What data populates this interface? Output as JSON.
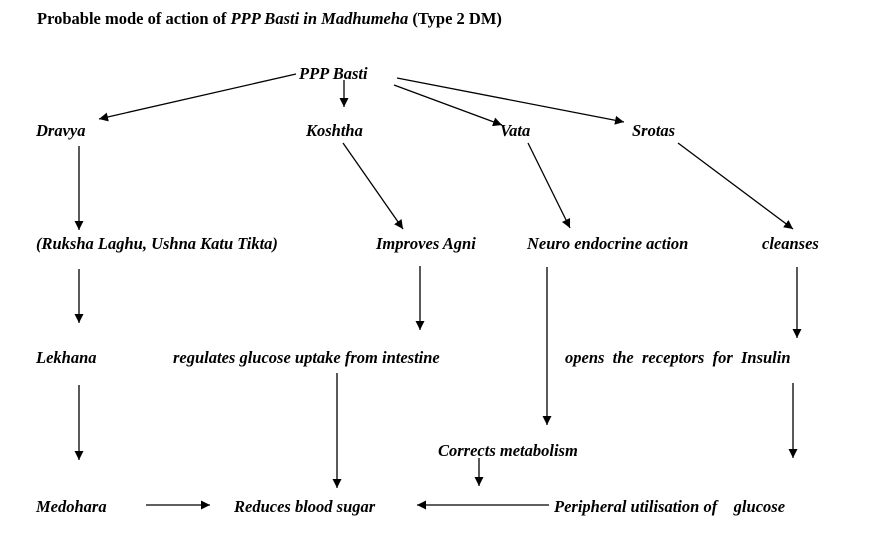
{
  "title": {
    "prefix": "Probable mode of action of ",
    "subject": "PPP Basti in Madhumeha",
    "suffix": " (Type 2 DM)"
  },
  "nodes": {
    "ppp_basti": "PPP Basti",
    "dravya": "Dravya",
    "koshtha": "Koshtha",
    "vata": "Vata",
    "srotas": "Srotas",
    "ruksha": "(Ruksha Laghu, Ushna Katu Tikta)",
    "improves_agni": "Improves Agni",
    "neuro_endocrine": "Neuro endocrine action",
    "cleanses": "cleanses",
    "lekhana": "Lekhana",
    "regulates_glucose": "regulates glucose uptake from intestine",
    "opens_receptors": "opens  the  receptors  for  Insulin",
    "corrects_metabolism": "Corrects metabolism",
    "medohara": "Medohara",
    "reduces_sugar": "Reduces blood sugar",
    "peripheral": "Peripheral utilisation of    glucose"
  },
  "edges": [
    {
      "from": "ppp_basti",
      "to": "dravya"
    },
    {
      "from": "ppp_basti",
      "to": "koshtha"
    },
    {
      "from": "ppp_basti",
      "to": "vata"
    },
    {
      "from": "ppp_basti",
      "to": "srotas"
    },
    {
      "from": "dravya",
      "to": "ruksha"
    },
    {
      "from": "koshtha",
      "to": "improves_agni"
    },
    {
      "from": "vata",
      "to": "neuro_endocrine"
    },
    {
      "from": "srotas",
      "to": "cleanses"
    },
    {
      "from": "ruksha",
      "to": "lekhana"
    },
    {
      "from": "improves_agni",
      "to": "regulates_glucose"
    },
    {
      "from": "neuro_endocrine",
      "to": "corrects_metabolism"
    },
    {
      "from": "cleanses",
      "to": "opens_receptors"
    },
    {
      "from": "lekhana",
      "to": "medohara"
    },
    {
      "from": "regulates_glucose",
      "to": "reduces_sugar"
    },
    {
      "from": "corrects_metabolism",
      "to": "reduces_sugar"
    },
    {
      "from": "opens_receptors",
      "to": "peripheral"
    },
    {
      "from": "medohara",
      "to": "reduces_sugar"
    },
    {
      "from": "peripheral",
      "to": "reduces_sugar"
    }
  ]
}
